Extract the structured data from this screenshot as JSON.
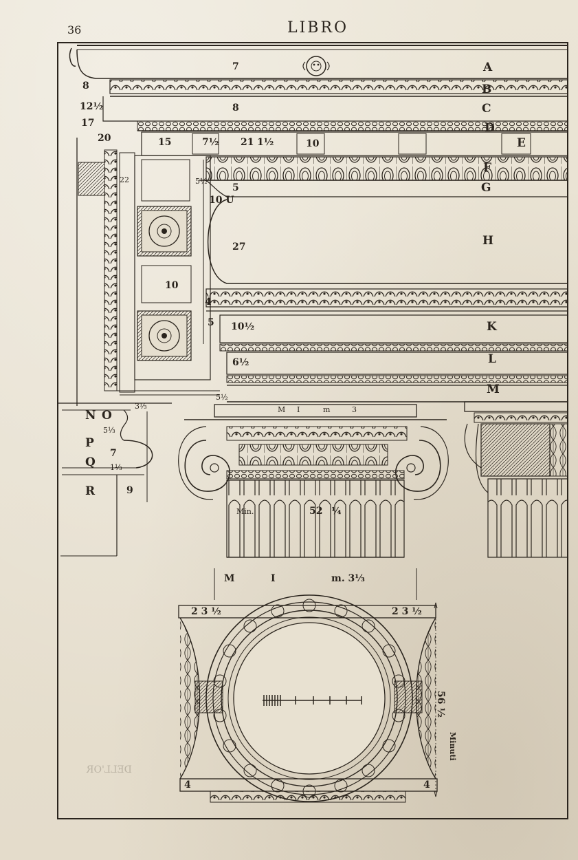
{
  "page": {
    "number": "36",
    "running_head": "LIBRO",
    "bleed_through_catchword": "DELL'OR"
  },
  "entablature_labels": [
    "A",
    "B",
    "C",
    "D",
    "E",
    "F",
    "G",
    "H",
    "K",
    "L",
    "M"
  ],
  "base_labels": [
    "N",
    "O",
    "P",
    "Q",
    "R"
  ],
  "measurements": {
    "top_left": [
      "8",
      "12½",
      "17",
      "20"
    ],
    "cornice_row": [
      "15",
      "7½",
      "21",
      "1½",
      "10"
    ],
    "vertical_7": "7",
    "vertical_8": "8",
    "frieze_left": "5½",
    "frieze_u": "10 U",
    "frieze_5": "5",
    "frieze_27": "27",
    "soffit_10": "10",
    "soffit_22": "22",
    "arch_4": "4",
    "arch_5": "5",
    "arch_10half": "10½",
    "fascia_6half": "6½",
    "fascia_5half": "5½",
    "base_3third": "3⅓",
    "base_side": "5⅓",
    "base_7": "7",
    "base_1third": "1⅓",
    "base_9": "9",
    "capital_row": [
      "M",
      "I",
      "m",
      "3"
    ],
    "capital_shaft": "Min.",
    "capital_52": "52",
    "capital_quarter": "¼",
    "plan_header_m": "M",
    "plan_header_i": "I",
    "plan_header_min": "m. 3⅓",
    "plan_left": "2 3 ½",
    "plan_right": "2 3 ½",
    "plan_side": "56 ½",
    "plan_bottom_left": "4",
    "plan_bottom_right": "4",
    "scale_label": "Minuti"
  }
}
